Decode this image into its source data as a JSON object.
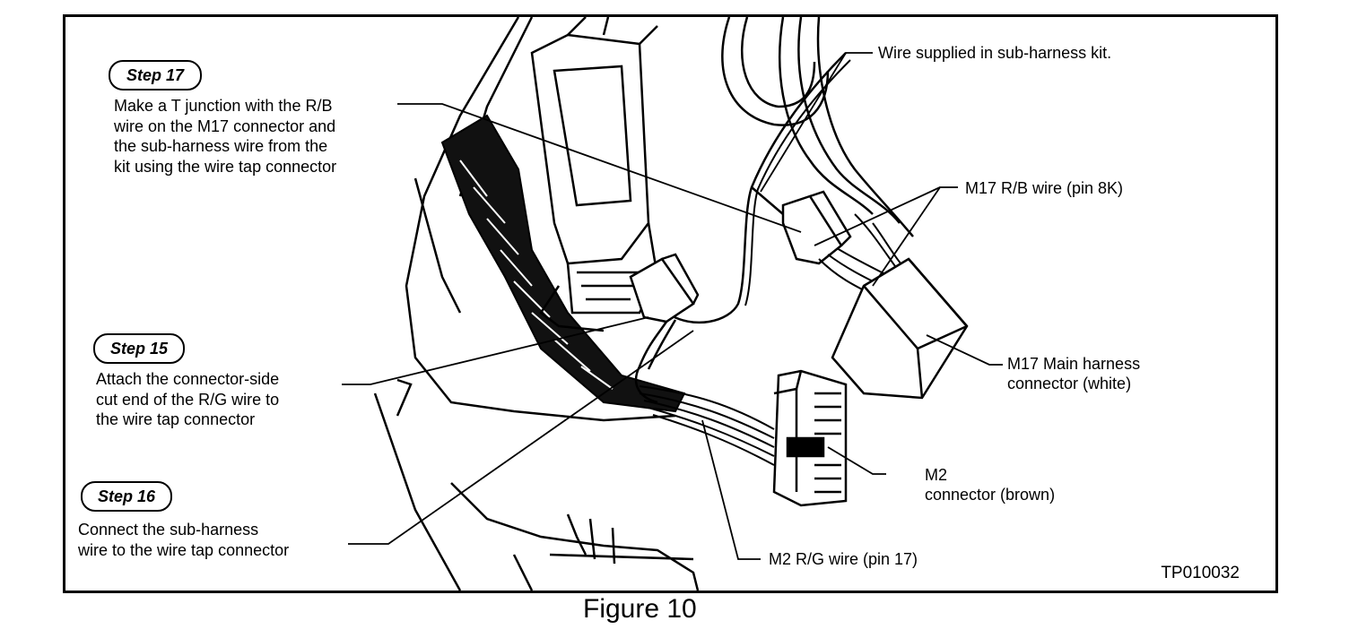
{
  "caption": "Figure 10",
  "figure_id": "TP010032",
  "steps": [
    {
      "badge": "Step 17",
      "lines": [
        "Make a T junction with the R/B",
        "wire on the M17 connector and",
        "the sub-harness wire from the",
        "kit using the wire tap connector"
      ]
    },
    {
      "badge": "Step 15",
      "lines": [
        "Attach the connector-side",
        "cut end of the R/G wire to",
        "the wire tap connector"
      ]
    },
    {
      "badge": "Step 16",
      "lines": [
        "Connect the sub-harness",
        "wire to the wire tap connector"
      ]
    }
  ],
  "labels": {
    "wire_kit": "Wire supplied in sub-harness kit.",
    "m17_rb_wire": "M17 R/B wire (pin 8K)",
    "m17_main_connector": [
      "M17 Main harness",
      "connector (white)"
    ],
    "m2_connector": [
      "M2",
      "connector (brown)"
    ],
    "m2_rg_wire": "M2 R/G wire (pin 17)"
  }
}
